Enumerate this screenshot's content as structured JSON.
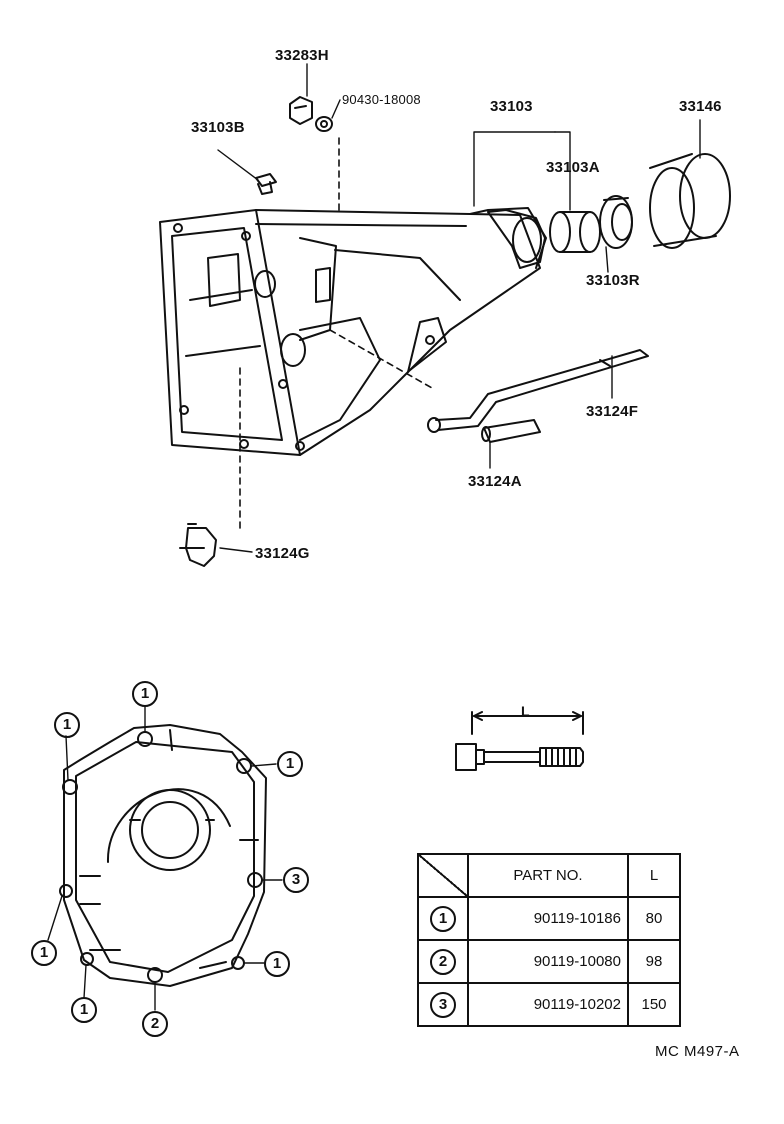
{
  "callouts": {
    "p33283h": "33283H",
    "p90430": "90430-18008",
    "p33103": "33103",
    "p33146": "33146",
    "p33103b": "33103B",
    "p33103a": "33103A",
    "p33103r": "33103R",
    "p33124f": "33124F",
    "p33124a": "33124A",
    "p33124g": "33124G"
  },
  "bolt_dimension_label": "L",
  "bolt_markers": {
    "top": "1",
    "upper_left": "1",
    "upper_right": "1",
    "right_mid": "3",
    "left_low": "1",
    "bottom_left": "1",
    "bottom_mid": "2",
    "bottom_right": "1"
  },
  "table": {
    "header_part": "PART  NO.",
    "header_l": "L",
    "rows": [
      {
        "ref": "1",
        "part": "90119-10186",
        "l": "80"
      },
      {
        "ref": "2",
        "part": "90119-10080",
        "l": "98"
      },
      {
        "ref": "3",
        "part": "90119-10202",
        "l": "150"
      }
    ]
  },
  "footer_code": "MC  M497-A"
}
